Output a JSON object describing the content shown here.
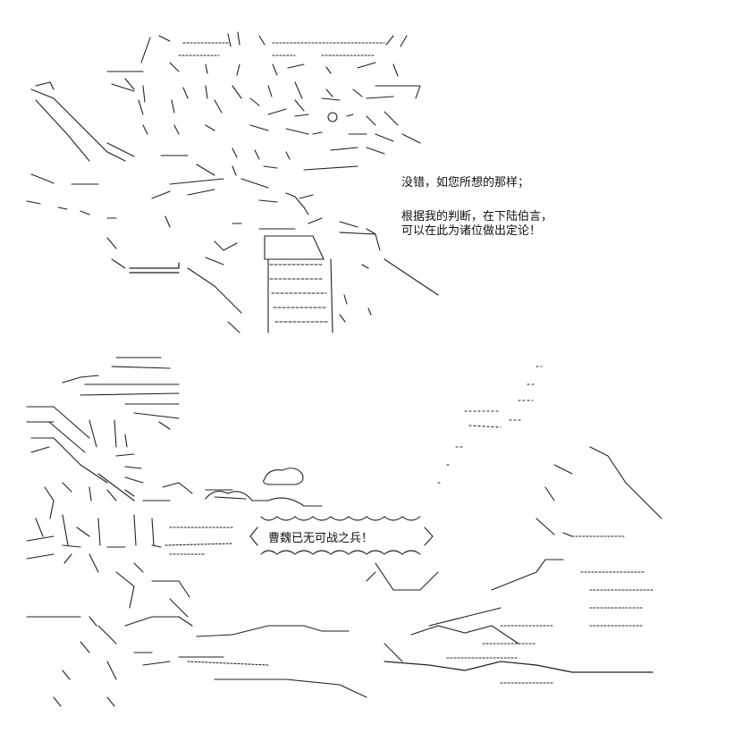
{
  "panel_top": {
    "caption_line_1": "没错，如您所想的那样；",
    "caption_line_2": "根据我的判断，在下陆伯言，",
    "caption_line_3": "可以在此为诸位做出定论！"
  },
  "panel_bottom": {
    "shout": "曹魏已无可战之兵！"
  },
  "colors": {
    "ink": "#111111",
    "background": "#ffffff"
  }
}
